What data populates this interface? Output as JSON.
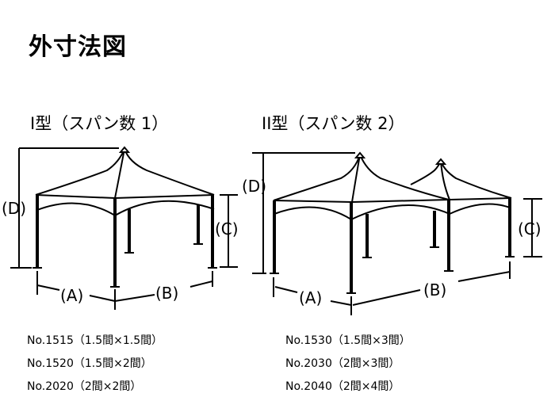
{
  "title": "外寸法図",
  "types": [
    {
      "label": "Ⅰ型（スパン数 1）",
      "models": [
        "No.1515（1.5間×1.5間）",
        "No.1520（1.5間×2間）",
        "No.2020（2間×2間）"
      ]
    },
    {
      "label": "ⅠⅠ型（スパン数 2）",
      "models": [
        "No.1530（1.5間×3間）",
        "No.2030（2間×3間）",
        "No.2040（2間×4間）"
      ]
    }
  ],
  "dimension_labels": {
    "a": "(A)",
    "b": "(B)",
    "c": "(C)",
    "d": "(D)"
  }
}
